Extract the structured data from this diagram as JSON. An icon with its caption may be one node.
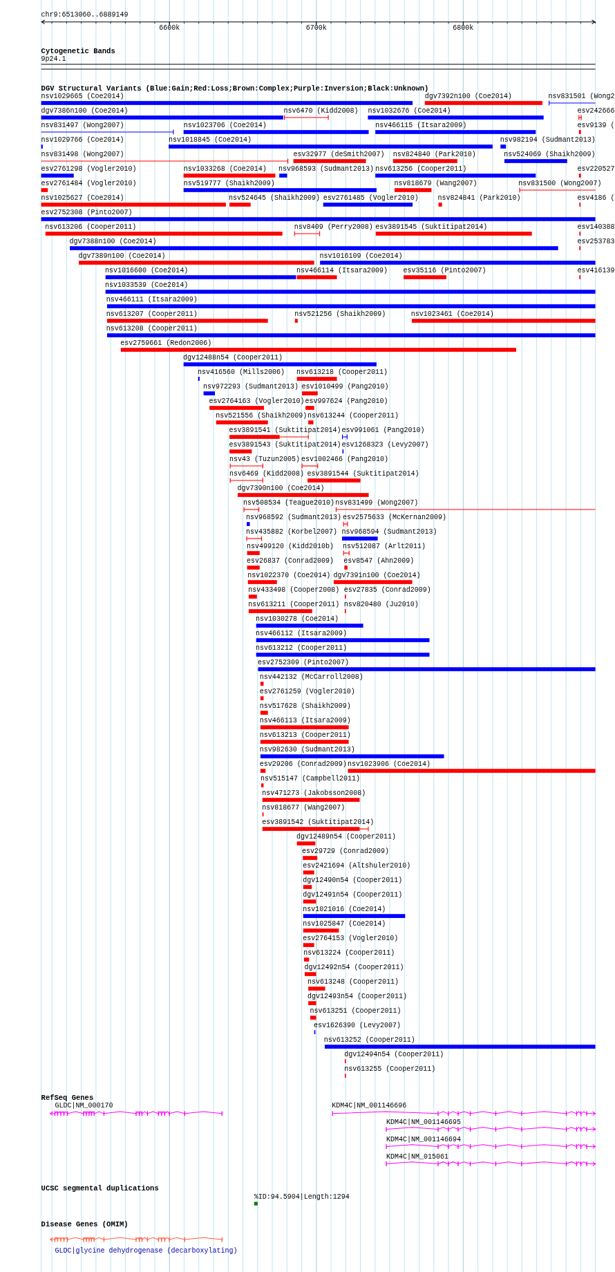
{
  "diagram": {
    "labels": [
      "chr9:6513060..6889149",
      "6600k",
      "6700k",
      "6800k",
      "Cytogenetic Bands",
      "9p24.1",
      "DGV Structural Variants (Blue:Gain;Red:Loss;Brown:Complex;Purple:Inversion;Black:Unknown)",
      "nsv1029665 (Coe2014)",
      "dgv7392n100 (Coe2014)",
      "nsv831501 (Wong2",
      "dgv7386n100 (Coe2014)",
      "nsv6470 (Kidd2008)",
      "nsv1032676 (Coe2014)",
      "esv242666",
      "nsv831497 (Wong2007)",
      "nsv1023706 (Coe2014)",
      "nsv466115 (Itsara2009)",
      "esv9139 (",
      "nsv1029766 (Coe2014)",
      "nsv1018845 (Coe2014)",
      "nsv982194 (Sudmant2013)",
      "nsv831498 (Wong2007)",
      "esv32977 (deSmith2007)",
      "nsv824840 (Park2010)",
      "nsv524069 (Shaikh2009)",
      "esv2761298 (Vogler2010)",
      "nsv1033268 (Coe2014)",
      "nsv968593 (Sudmant2013)",
      "nsv613256 (Cooper2011)",
      "esv220527",
      "esv2761484 (Vogler2010)",
      "nsv519777 (Shaikh2009)",
      "nsv818679 (Wang2007)",
      "nsv831500 (Wong2007)",
      "nsv1025627 (Coe2014)",
      "nsv524645 (Shaikh2009)",
      "esv2761485 (Vogler2010)",
      "nsv824841 (Park2010)",
      "esv4186 (",
      "esv2752308 (Pinto2007)",
      "nsv613206 (Cooper2011)",
      "nsv8409 (Perry2008)",
      "esv3891545 (Suktitipat2014)",
      "esv140388",
      "dgv7388n100 (Coe2014)",
      "esv253783",
      "dgv7389n100 (Coe2014)",
      "nsv1016109 (Coe2014)",
      "nsv1016600 (Coe2014)",
      "nsv466114 (Itsara2009)",
      "esv35116 (Pinto2007)",
      "esv416139",
      "nsv1033539 (Coe2014)",
      "nsv466111 (Itsara2009)",
      "nsv613207 (Cooper2011)",
      "nsv521256 (Shaikh2009)",
      "nsv1023461 (Coe2014)",
      "nsv613208 (Cooper2011)",
      "esv2759661 (Redon2006)",
      "dgv12488n54 (Cooper2011)",
      "nsv416560 (Mills2006)",
      "nsv613218 (Cooper2011)",
      "nsv972293 (Sudmant2013)",
      "esv1010499 (Pang2010)",
      "esv2764163 (Vogler2010)",
      "esv997624 (Pang2010)",
      "nsv521556 (Shaikh2009)",
      "nsv613244 (Cooper2011)",
      "esv3891541 (Suktitipat2014)",
      "esv991061 (Pang2010)",
      "esv3891543 (Suktitipat2014)",
      "esv1268323 (Levy2007)",
      "nsv43 (Tuzun2005)",
      "esv1002466 (Pang2010)",
      "nsv6469 (Kidd2008)",
      "esv3891544 (Suktitipat2014)",
      "dgv7390n100 (Coe2014)",
      "nsv508534 (Teague2010)",
      "nsv831499 (Wong2007)",
      "nsv968592 (Sudmant2013)",
      "esv2575633 (McKernan2009)",
      "nsv435882 (Korbel2007)",
      "nsv968594 (Sudmant2013)",
      "nsv499120 (Kidd2010b)",
      "nsv512087 (Arlt2011)",
      "esv26837 (Conrad2009)",
      "esv8547 (Ahn2009)",
      "nsv1022370 (Coe2014)",
      "dgv7391n100 (Coe2014)",
      "nsv433498 (Cooper2008)",
      "esv27835 (Conrad2009)",
      "nsv613211 (Cooper2011)",
      "nsv820480 (Ju2010)",
      "nsv1030278 (Coe2014)",
      "nsv466112 (Itsara2009)",
      "nsv613212 (Cooper2011)",
      "esv2752309 (Pinto2007)",
      "nsv442132 (McCarroll2008)",
      "esv2761259 (Vogler2010)",
      "nsv517628 (Shaikh2009)",
      "nsv466113 (Itsara2009)",
      "nsv613213 (Cooper2011)",
      "nsv982630 (Sudmant2013)",
      "esv29206 (Conrad2009)",
      "nsv1023906 (Coe2014)",
      "nsv515147 (Campbell2011)",
      "nsv471273 (Jakobsson2008)",
      "nsv818677 (Wang2007)",
      "esv3891542 (Suktitipat2014)",
      "dgv12489n54 (Cooper2011)",
      "esv29729 (Conrad2009)",
      "esv2421694 (Altshuler2010)",
      "dgv12490n54 (Cooper2011)",
      "dgv12491n54 (Cooper2011)",
      "nsv1021016 (Coe2014)",
      "nsv1025847 (Coe2014)",
      "esv2764153 (Vogler2010)",
      "nsv613224 (Cooper2011)",
      "dgv12492n54 (Cooper2011)",
      "nsv613248 (Cooper2011)",
      "dgv12493n54 (Cooper2011)",
      "nsv613251 (Cooper2011)",
      "esv1626390 (Levy2007)",
      "nsv613252 (Cooper2011)",
      "dgv12494n54 (Cooper2011)",
      "nsv613255 (Cooper2011)",
      "RefSeq Genes",
      "GLDC|NM_000170",
      "KDM4C|NM_001146696",
      "KDM4C|NM_001146695",
      "KDM4C|NM_001146694",
      "KDM4C|NM_015061",
      "UCSC segmental duplications",
      "%ID:94.5904|Length:1294",
      "Disease Genes (OMIM)",
      "GLDC|glycine dehydrogenase (decarboxylating)"
    ]
  }
}
